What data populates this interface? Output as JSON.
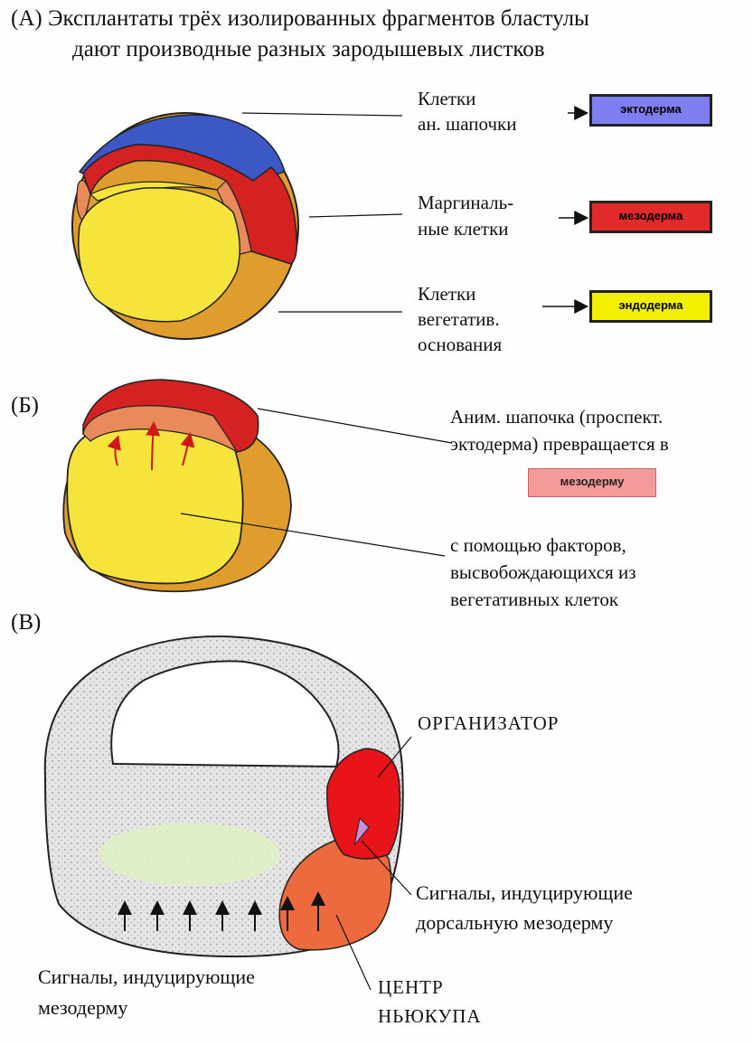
{
  "panelA": {
    "title_line1": "(А) Эксплантаты трёх изолированных фрагментов бластулы",
    "title_line2": "дают производные разных зародышевых листков",
    "label_cap_1": "Клетки",
    "label_cap_2": "ан. шапочки",
    "label_marg_1": "Маргиналь-",
    "label_marg_2": "ные клетки",
    "label_veg_1": "Клетки",
    "label_veg_2": "вегетатив.",
    "label_veg_3": "основания",
    "box_ecto": "эктодерма",
    "box_meso": "мезодерма",
    "box_endo": "эндодерма"
  },
  "panelB": {
    "letter": "(Б)",
    "text_1": "Аним. шапочка (проспект.",
    "text_2": "эктодерма) превращается в",
    "box_meso": "мезодерму",
    "text_3": "с помощью факторов,",
    "text_4": "высвобождающихся из",
    "text_5": "вегетативных клеток"
  },
  "panelC": {
    "letter": "(В)",
    "organizer": "ОРГАНИЗАТОР",
    "signals_dorsal_1": "Сигналы, индуцирующие",
    "signals_dorsal_2": "дорсальную мезодерму",
    "signals_meso_1": "Сигналы, индуцирующие",
    "signals_meso_2": "мезодерму",
    "nieuwkoop_1": "ЦЕНТР",
    "nieuwkoop_2": "НЬЮКУПА"
  },
  "colors": {
    "ectoderm": "#7e7ef0",
    "mesoderm": "#e32a2a",
    "endoderm": "#f2f000",
    "mesoderm_light": "#f49a9a",
    "yellow": "#f6e33c",
    "orange": "#dea030",
    "red": "#d42222",
    "blue": "#3b58c4"
  }
}
